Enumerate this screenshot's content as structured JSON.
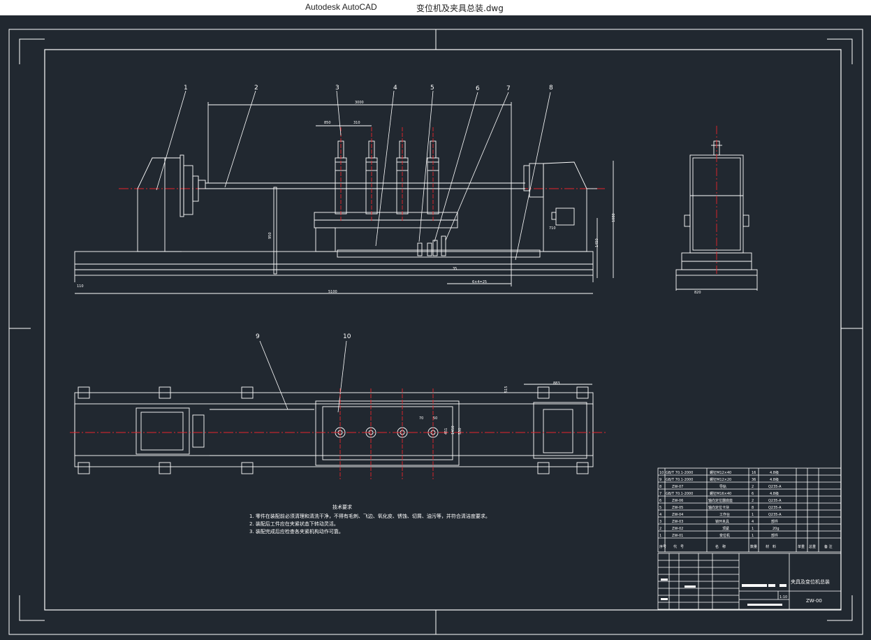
{
  "window": {
    "app_name": "Autodesk AutoCAD",
    "file_name": "变位机及夹具总装.dwg"
  },
  "drawing": {
    "balloons": [
      "1",
      "2",
      "3",
      "4",
      "5",
      "6",
      "7",
      "8",
      "9",
      "10"
    ],
    "dimensions": {
      "overall_top": "3000",
      "d1": "850",
      "d2": "310",
      "height_left": "950",
      "base_len": "5100",
      "left_offset": "110",
      "gap": "35",
      "right_span": "6×4=25",
      "h_right1": "1080",
      "h_right2": "1450",
      "flange": "710",
      "side_width": "820",
      "plan_right": "883",
      "plan_w1": "70",
      "plan_w2": "50",
      "plan_h1": "451",
      "plan_h2": "1450",
      "plan_h3": "530",
      "plan_top_mark": "515"
    },
    "tech_notes": {
      "title": "技术要求",
      "items": [
        "1. 零件在装配前必须清理和清洗干净，不得有毛刺、飞边、氧化皮、锈蚀、切屑、油污等，并符合清洁度要求。",
        "2. 装配后工件应在夹紧状态下转动灵活。",
        "3. 装配完成后应检查各夹紧机构动作可靠。"
      ]
    },
    "parts_list": {
      "rows": [
        {
          "no": "10",
          "code": "GB/T 70.1-2000",
          "name": "螺钉M12×40",
          "qty": "16",
          "material": "4.8级"
        },
        {
          "no": "9",
          "code": "GB/T 70.1-2000",
          "name": "螺钉M12×20",
          "qty": "36",
          "material": "4.8级"
        },
        {
          "no": "8",
          "code": "ZW-07",
          "name": "导轨",
          "qty": "2",
          "material": "Q235-A"
        },
        {
          "no": "7",
          "code": "GB/T 70.1-2000",
          "name": "螺钉M16×40",
          "qty": "6",
          "material": "4.8级"
        },
        {
          "no": "6",
          "code": "ZW-06",
          "name": "轴向定位器底座",
          "qty": "2",
          "material": "Q235-A"
        },
        {
          "no": "5",
          "code": "ZW-05",
          "name": "轴向定位卡块",
          "qty": "8",
          "material": "Q235-A"
        },
        {
          "no": "4",
          "code": "ZW-04",
          "name": "工作台",
          "qty": "1",
          "material": "Q235-A"
        },
        {
          "no": "3",
          "code": "ZW-03",
          "name": "锁环夹具",
          "qty": "4",
          "material": "部件"
        },
        {
          "no": "2",
          "code": "ZW-02",
          "name": "顶紧",
          "qty": "1",
          "material": "20g"
        },
        {
          "no": "1",
          "code": "ZW-01",
          "name": "变位机",
          "qty": "1",
          "material": "部件"
        }
      ],
      "headers": {
        "no": "序号",
        "code": "代　号",
        "name": "名　称",
        "qty": "数量",
        "material": "材　料",
        "single": "单重",
        "total": "总重",
        "remark": "备 注"
      }
    },
    "title_block": {
      "drawing_title": "夹具及变位机总装",
      "drawing_number": "ZW-00",
      "scale": "1:10"
    }
  }
}
